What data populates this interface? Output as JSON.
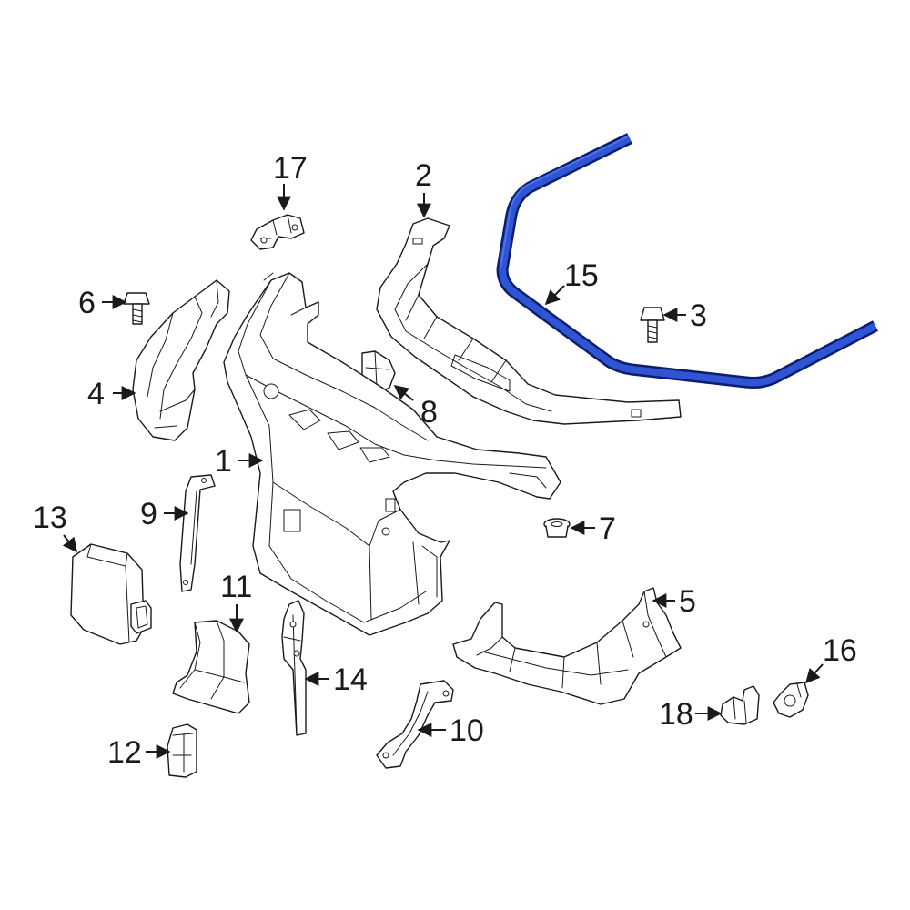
{
  "diagram": {
    "highlight_color": "#2f55d4",
    "line_color": "#1a1a1a",
    "background": "#ffffff"
  },
  "callouts": [
    {
      "id": "c1",
      "label": "1"
    },
    {
      "id": "c2",
      "label": "2"
    },
    {
      "id": "c3",
      "label": "3"
    },
    {
      "id": "c4",
      "label": "4"
    },
    {
      "id": "c5",
      "label": "5"
    },
    {
      "id": "c6",
      "label": "6"
    },
    {
      "id": "c7",
      "label": "7"
    },
    {
      "id": "c8",
      "label": "8"
    },
    {
      "id": "c9",
      "label": "9"
    },
    {
      "id": "c10",
      "label": "10"
    },
    {
      "id": "c11",
      "label": "11"
    },
    {
      "id": "c12",
      "label": "12"
    },
    {
      "id": "c13",
      "label": "13"
    },
    {
      "id": "c14",
      "label": "14"
    },
    {
      "id": "c15",
      "label": "15"
    },
    {
      "id": "c16",
      "label": "16"
    },
    {
      "id": "c17",
      "label": "17"
    },
    {
      "id": "c18",
      "label": "18"
    }
  ]
}
